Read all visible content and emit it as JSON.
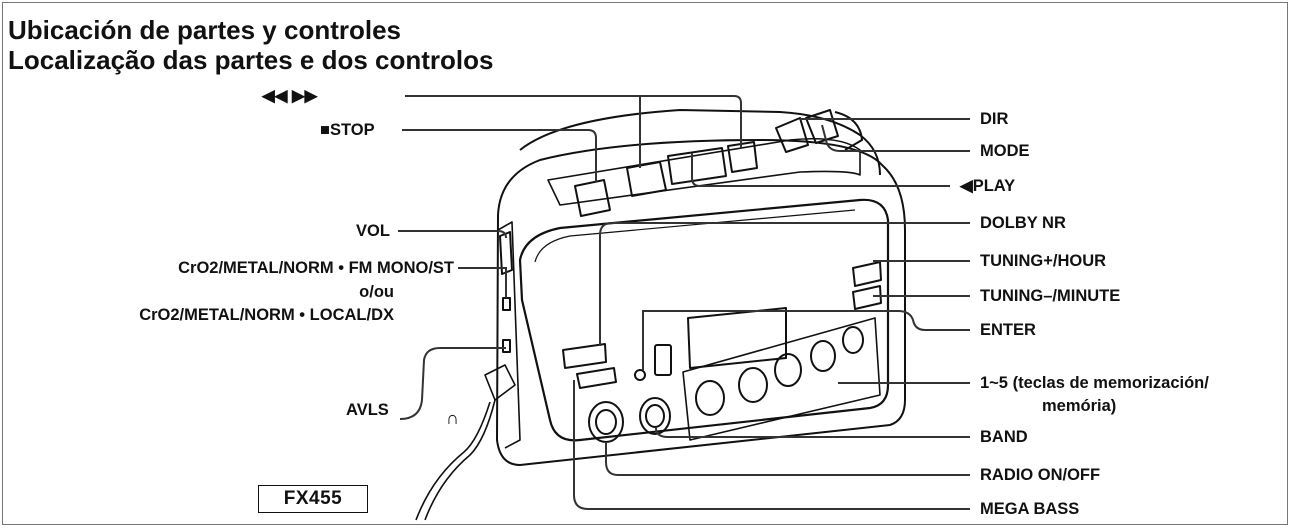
{
  "titles": {
    "es": "Ubicación de partes y controles",
    "pt": "Localização das partes e dos controlos"
  },
  "labels_left": {
    "rew_ff": "◀◀   ▶▶",
    "stop": "■STOP",
    "vol": "VOL",
    "switch1": "CrO2/METAL/NORM • FM MONO/ST",
    "or": "o/ou",
    "switch2": "CrO2/METAL/NORM • LOCAL/DX",
    "avls": "AVLS"
  },
  "labels_right": {
    "dir": "DIR",
    "mode": "MODE",
    "play": "◀PLAY",
    "dolby": "DOLBY NR",
    "tuning_plus": "TUNING+/HOUR",
    "tuning_minus": "TUNING–/MINUTE",
    "enter": "ENTER",
    "presets_num": "1~5",
    "presets_desc1": "(teclas de memorización/",
    "presets_desc2": "memória)",
    "band": "BAND",
    "radio": "RADIO ON/OFF",
    "megabass": "MEGA BASS"
  },
  "headphone_symbol": "∩",
  "model": "FX455"
}
